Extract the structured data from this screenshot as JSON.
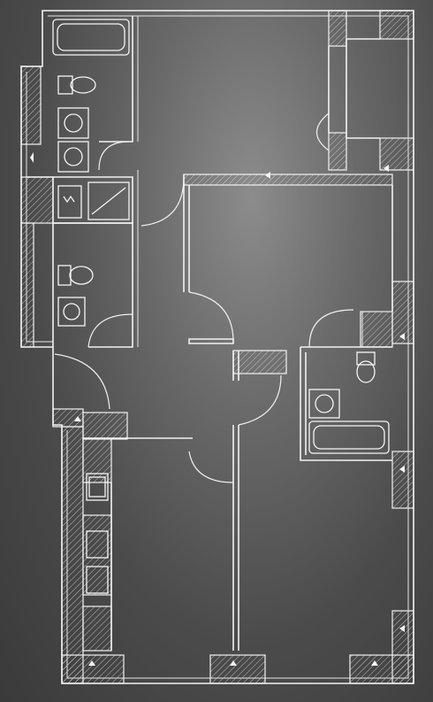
{
  "drawing": {
    "kind": "apartment floor plan",
    "colors": {
      "background": "#5a5a5a",
      "lines": "#f2f2f2"
    }
  },
  "rooms": [
    {
      "id": "bathroom-top",
      "fixtures": [
        "bathtub-icon",
        "toilet-icon",
        "sink-icon",
        "sink-icon"
      ]
    },
    {
      "id": "bedroom-top"
    },
    {
      "id": "balcony-top"
    },
    {
      "id": "laundry",
      "fixtures": [
        "washing-machine-icon"
      ]
    },
    {
      "id": "wc-middle",
      "fixtures": [
        "toilet-icon",
        "sink-icon"
      ]
    },
    {
      "id": "living-room"
    },
    {
      "id": "hall"
    },
    {
      "id": "bathroom-right",
      "fixtures": [
        "toilet-icon",
        "sink-icon",
        "bathtub-icon"
      ]
    },
    {
      "id": "bedroom-bottom-left"
    },
    {
      "id": "bedroom-bottom-right"
    }
  ]
}
